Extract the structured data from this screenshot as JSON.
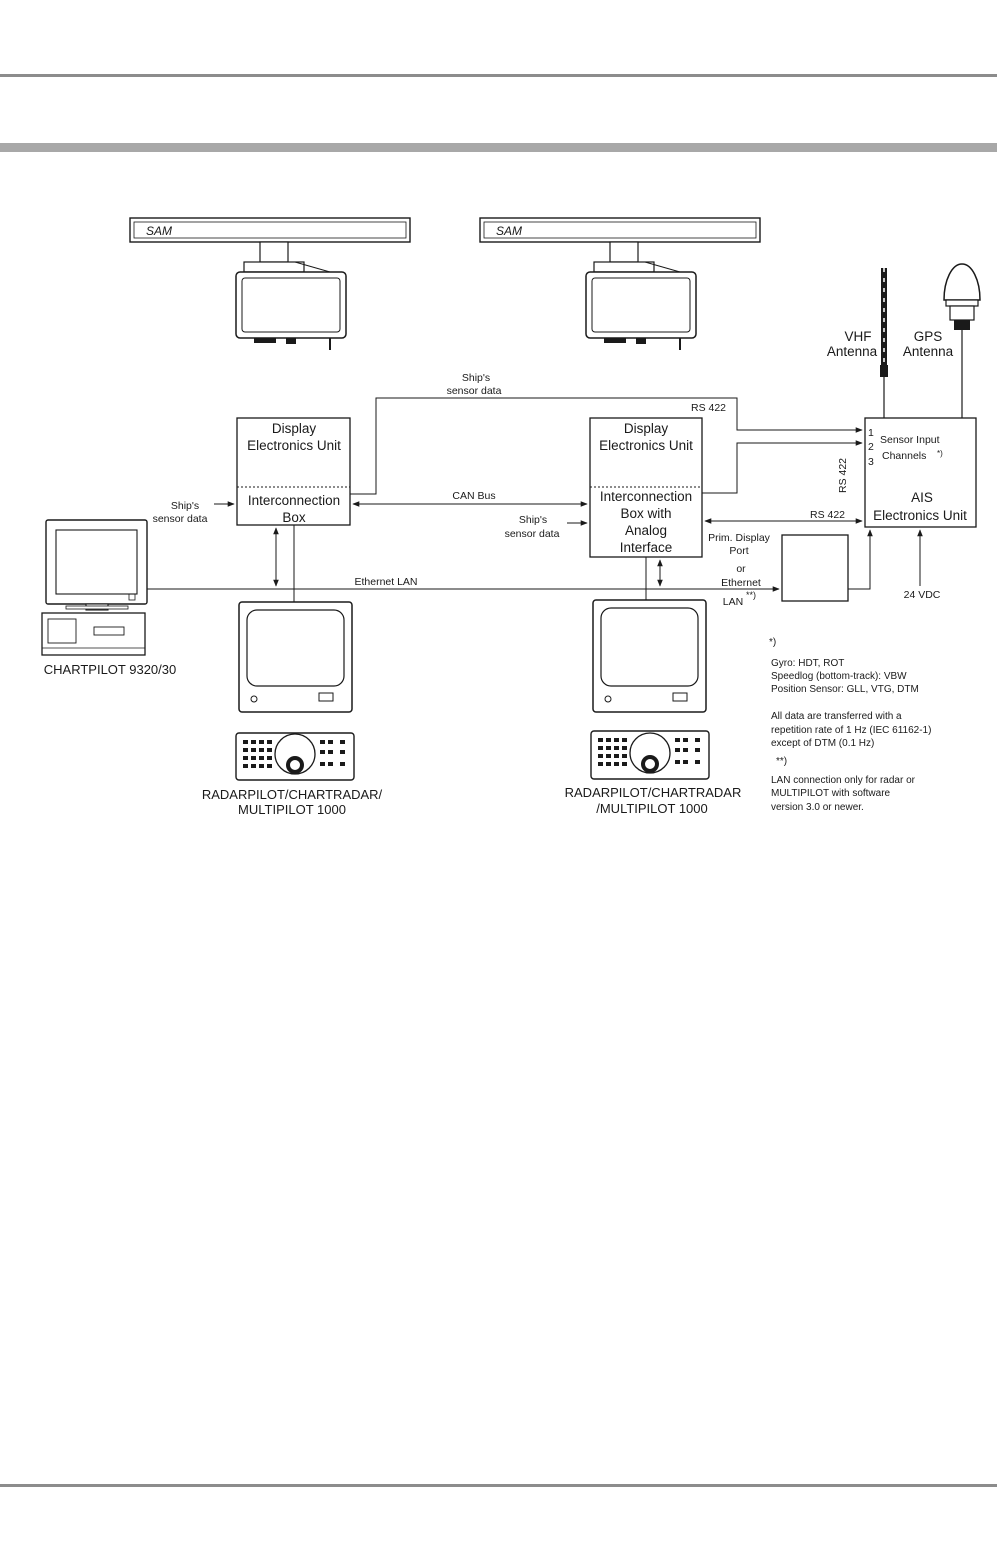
{
  "antennas": [
    {
      "label": "SAM"
    },
    {
      "label": "SAM"
    }
  ],
  "deu_left": {
    "display_line1": "Display",
    "display_line2": "Electronics Unit",
    "ib_line1": "Interconnection",
    "ib_line2": "Box"
  },
  "deu_right": {
    "display_line1": "Display",
    "display_line2": "Electronics Unit",
    "ib_line1": "Interconnection",
    "ib_line2": "Box with",
    "ib_line3": "Analog",
    "ib_line4": "Interface"
  },
  "ais": {
    "ch1": "1",
    "ch2": "2",
    "ch3": "3",
    "sensor_line1": "Sensor Input",
    "sensor_line2": "Channels",
    "sensor_mark": "*)",
    "title_line1": "AIS",
    "title_line2": "Electronics Unit"
  },
  "vhf": {
    "line1": "VHF",
    "line2": "Antenna"
  },
  "gps": {
    "line1": "GPS",
    "line2": "Antenna"
  },
  "labels": {
    "ships_top_line1": "Ship's",
    "ships_top_line2": "sensor data",
    "rs422_top": "RS 422",
    "rs422_vertical": "RS 422",
    "rs422_mid": "RS 422",
    "can_bus": "CAN Bus",
    "ships_left_line1": "Ship's",
    "ships_left_line2": "sensor data",
    "ships_mid_line1": "Ship's",
    "ships_mid_line2": "sensor data",
    "ethernet_lan": "Ethernet LAN",
    "prim_line1": "Prim. Display",
    "prim_line2": "Port",
    "prim_line3": "or",
    "prim_line4": "Ethernet",
    "prim_line5": "LAN",
    "prim_mark": "**)",
    "vdc": "24 VDC"
  },
  "chartpilot": {
    "label": "CHARTPILOT 9320/30"
  },
  "radar_left": {
    "line1": "RADARPILOT/CHARTRADAR/",
    "line2": "MULTIPILOT 1000"
  },
  "radar_right": {
    "line1": "RADARPILOT/CHARTRADAR",
    "line2": "/MULTIPILOT 1000"
  },
  "notes": {
    "mark1": "*)",
    "line1": "Gyro: HDT, ROT",
    "line2": "Speedlog (bottom-track): VBW",
    "line3": "Position Sensor: GLL, VTG, DTM",
    "line4": "All data are transferred with a",
    "line5": "repetition rate of 1 Hz (IEC 61162-1)",
    "line6": "except of DTM (0.1 Hz)",
    "mark2": "**)",
    "line7": "LAN connection only for radar or",
    "line8": "MULTIPILOT with software",
    "line9": "version 3.0 or newer."
  }
}
